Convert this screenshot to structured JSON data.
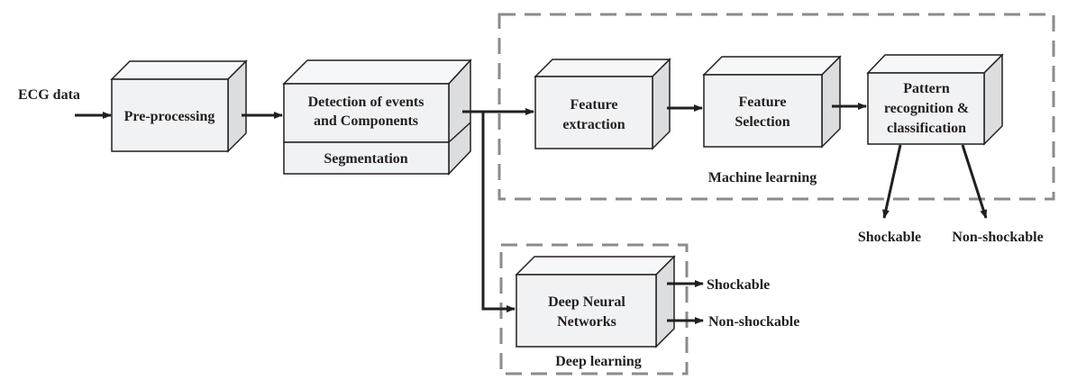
{
  "input_label": "ECG data",
  "blocks": {
    "preprocessing": "Pre-processing",
    "detection": [
      "Detection of events",
      "and Components"
    ],
    "segmentation": "Segmentation",
    "feature_extraction": [
      "Feature",
      "extraction"
    ],
    "feature_selection": [
      "Feature",
      "Selection"
    ],
    "pattern": [
      "Pattern",
      "recognition &",
      "classification"
    ],
    "dnn": [
      "Deep Neural",
      "Networks"
    ]
  },
  "groups": {
    "machine_learning": "Machine learning",
    "deep_learning": "Deep learning"
  },
  "outputs": {
    "ml_shockable": "Shockable",
    "ml_nonshockable": "Non-shockable",
    "dl_shockable": "Shockable",
    "dl_nonshockable": "Non-shockable"
  },
  "colors": {
    "line": "#231f20",
    "dash": "#8a8b8d",
    "box_front": "#f1f2f3",
    "box_side": "#dcdddf"
  }
}
